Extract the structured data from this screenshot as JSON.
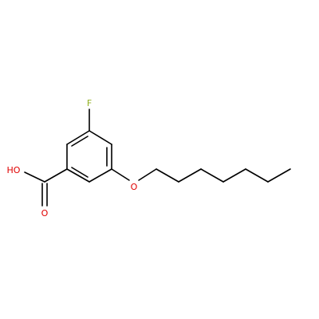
{
  "molecule": {
    "atom_labels": {
      "fluorine": "F",
      "carboxyl_hydroxyl": "HO",
      "carbonyl_oxygen": "O",
      "ether_oxygen": "O"
    },
    "colors": {
      "bond": "#000000",
      "fluorine": "#90B020",
      "oxygen": "#E00000"
    }
  }
}
